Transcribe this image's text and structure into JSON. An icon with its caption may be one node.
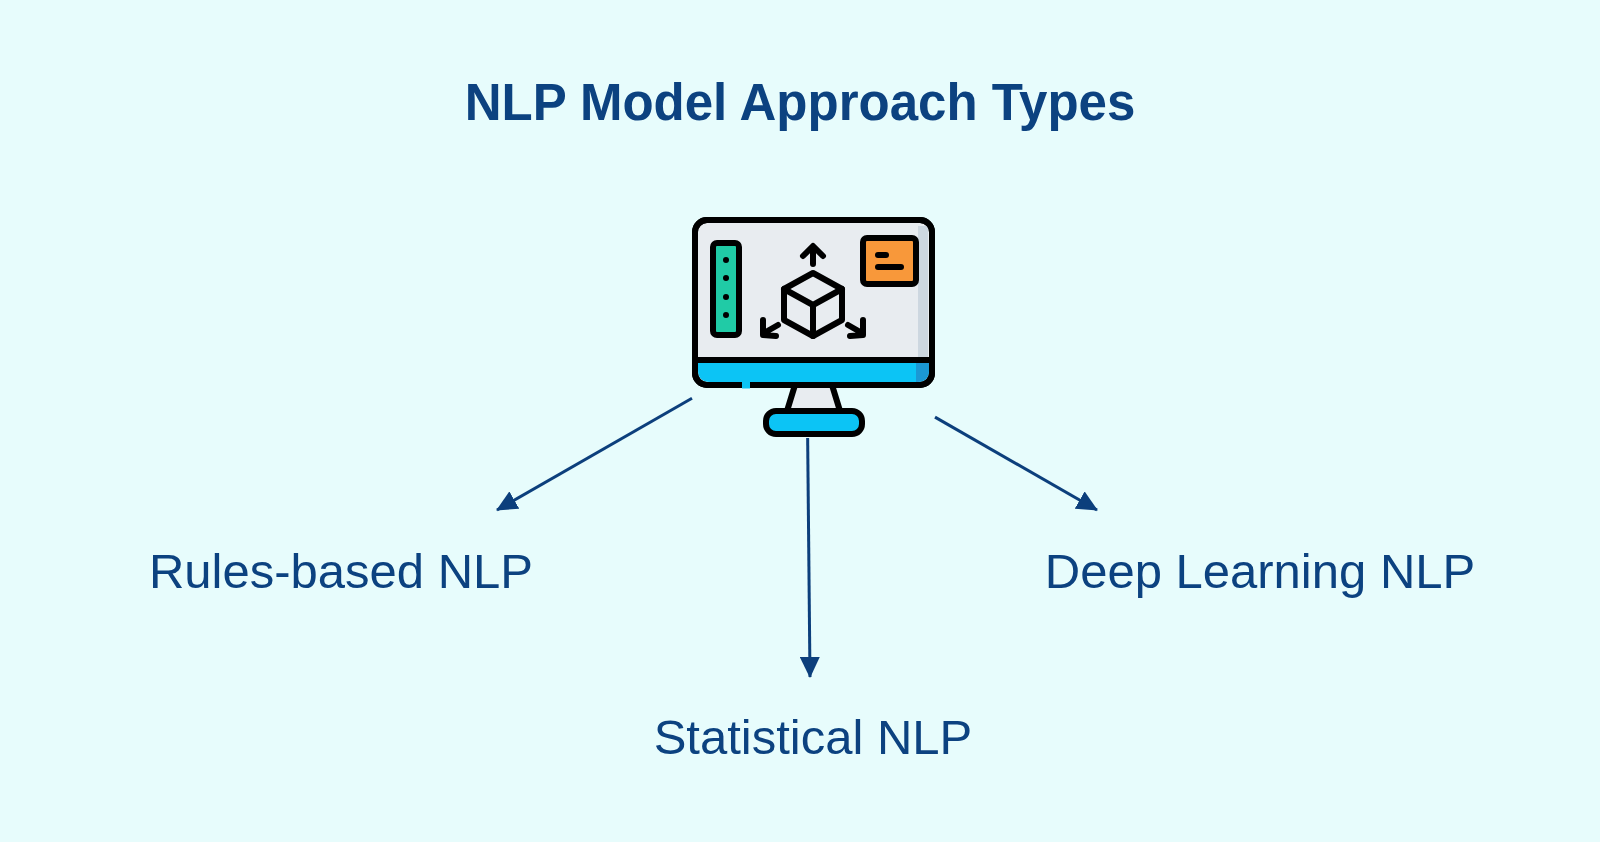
{
  "diagram": {
    "title": "NLP Model Approach Types",
    "nodes": [
      {
        "text": [],
        "shape": "picture"
      },
      {
        "text": [
          "Rules-based NLP"
        ]
      },
      {
        "text": [
          "Statistical NLP"
        ]
      },
      {
        "text": [
          "Deep Learning NLP"
        ]
      }
    ],
    "edges": [
      {
        "from": 0,
        "to": 1,
        "arrow": "to"
      },
      {
        "from": 0,
        "to": 2,
        "arrow": "to"
      },
      {
        "from": 0,
        "to": 3,
        "arrow": "to"
      }
    ]
  }
}
